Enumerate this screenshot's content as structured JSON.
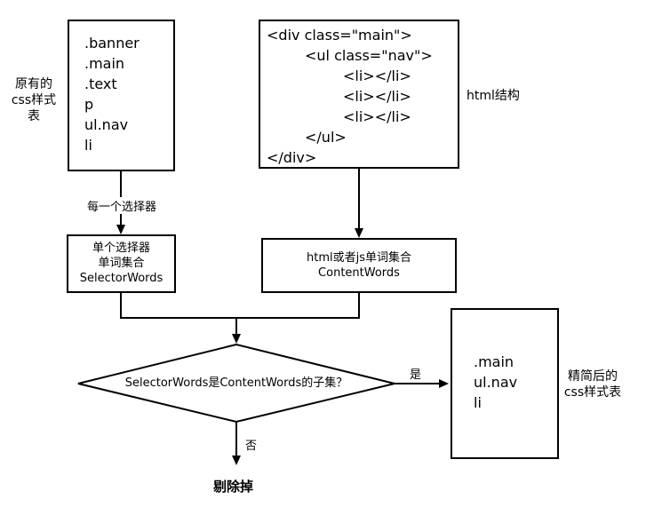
{
  "labels": {
    "original_css": [
      "原有的",
      "css样式",
      "表"
    ],
    "html_structure": "html结构",
    "refined_css": [
      "精简后的",
      "css样式表"
    ],
    "each_selector": "每一个选择器",
    "yes": "是",
    "no": "否",
    "remove": "剔除掉"
  },
  "css_selectors": [
    ".banner",
    ".main",
    ".text",
    "p",
    "ul.nav",
    "li"
  ],
  "html_code": [
    "<div class=\"main\">",
    "<ul class=\"nav\">",
    "<li></li>",
    "<li></li>",
    "<li></li>",
    "</ul>",
    "</div>"
  ],
  "selector_words_box": [
    "单个选择器",
    "单词集合",
    "SelectorWords"
  ],
  "content_words_box": [
    "html或者js单词集合",
    "ContentWords"
  ],
  "decision": "SelectorWords是ContentWords的子集？",
  "result_selectors": [
    ".main",
    "ul.nav",
    "li"
  ]
}
